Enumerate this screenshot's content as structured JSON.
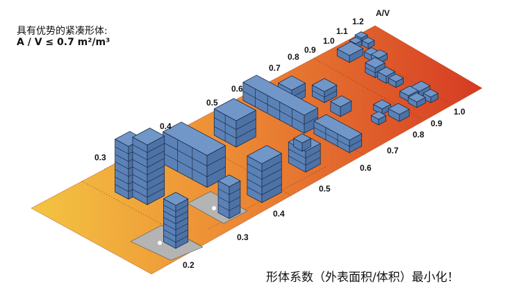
{
  "heading": {
    "line1": "具有优势的紧凑形体:",
    "line2": "A / V ≤ 0.7 m²/m³"
  },
  "axis_title": "A/V",
  "top_axis_labels": [
    "0.3",
    "0.4",
    "0.5",
    "0.6",
    "0.7",
    "0.8",
    "0.9",
    "1.0",
    "1.1",
    "1.2"
  ],
  "bottom_axis_labels": [
    "0.2",
    "0.3",
    "0.4",
    "0.5",
    "0.6",
    "0.7",
    "0.8",
    "0.9",
    "1.0"
  ],
  "caption": "形体系数（外表面积/体积）最小化！",
  "colors": {
    "gradient_start": "#f4c542",
    "gradient_mid": "#ec8a34",
    "gradient_end": "#d53a23",
    "building_top": "#7097c8",
    "building_left": "#5b82b7",
    "building_right": "#4d72a6",
    "pad": "#b4b4b4"
  }
}
